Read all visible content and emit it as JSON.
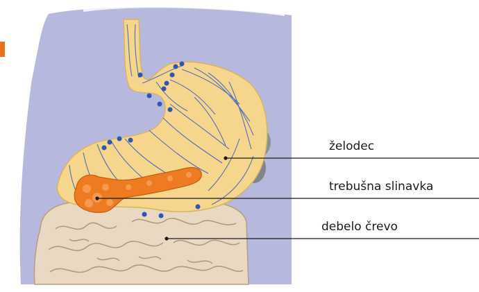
{
  "labels": {
    "stomach": "želodec",
    "pancreas": "trebušna slinavka",
    "colon": "debelo črevo"
  },
  "colors": {
    "background_panel": "#b7b8de",
    "stomach": "#f6d68c",
    "pancreas": "#ee7a22",
    "colon": "#ead9c2",
    "lymph_nodes": "#2f56b7",
    "spleen": "#8a9295",
    "accent_bar": "#e8731c"
  }
}
